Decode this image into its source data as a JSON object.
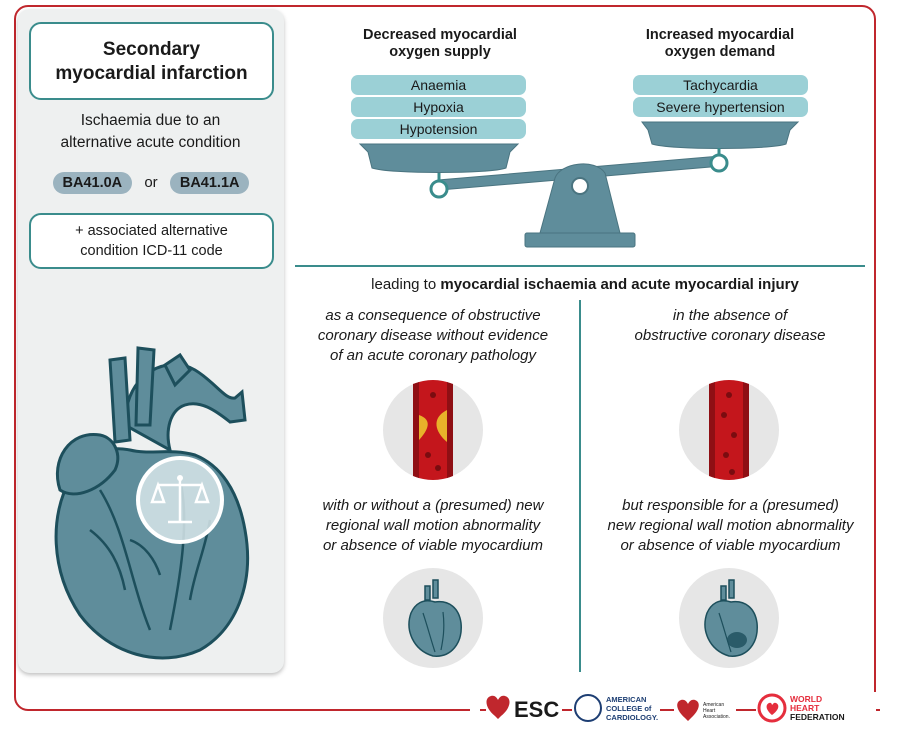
{
  "left": {
    "title": "Secondary myocardial infarction",
    "title_line1": "Secondary",
    "title_line2": "myocardial infarction",
    "subtitle_line1": "Ischaemia due to an",
    "subtitle_line2": "alternative acute condition",
    "code1": "BA41.0A",
    "or": "or",
    "code2": "BA41.1A",
    "assoc_line1": "+ associated alternative",
    "assoc_line2": "condition ICD-11 code"
  },
  "supply": {
    "heading_line1": "Decreased myocardial",
    "heading_line2": "oxygen supply",
    "items": [
      "Anaemia",
      "Hypoxia",
      "Hypotension"
    ]
  },
  "demand": {
    "heading_line1": "Increased myocardial",
    "heading_line2": "oxygen demand",
    "items": [
      "Tachycardia",
      "Severe hypertension"
    ]
  },
  "leading": {
    "prefix": "leading to ",
    "bold": "myocardial ischaemia and acute myocardial injury"
  },
  "left_column": {
    "top_line1": "as a consequence of obstructive",
    "top_line2": "coronary disease without evidence",
    "top_line3": "of an acute coronary pathology",
    "bottom_line1": "with or without a (presumed) new",
    "bottom_line2": "regional wall motion abnormality",
    "bottom_line3": "or absence of viable myocardium"
  },
  "right_column": {
    "top_line1": "in the absence of",
    "top_line2": "obstructive coronary disease",
    "bottom_line1": "but responsible for a (presumed)",
    "bottom_line2": "new regional wall motion abnormality",
    "bottom_line3": "or absence of viable myocardium"
  },
  "logos": {
    "esc": "ESC",
    "acc_line1": "AMERICAN",
    "acc_line2": "COLLEGE of",
    "acc_line3": "CARDIOLOGY.",
    "aha_line1": "American",
    "aha_line2": "Heart",
    "aha_line3": "Association.",
    "whf_line1": "WORLD",
    "whf_line2": "HEART",
    "whf_line3": "FEDERATION"
  },
  "colors": {
    "frame": "#c0272d",
    "teal": "#3a8c8c",
    "pill": "#9bd0d6",
    "code": "#9bb3bf",
    "heart": "#5f8d9b",
    "heart_dark": "#1d4f5c"
  }
}
